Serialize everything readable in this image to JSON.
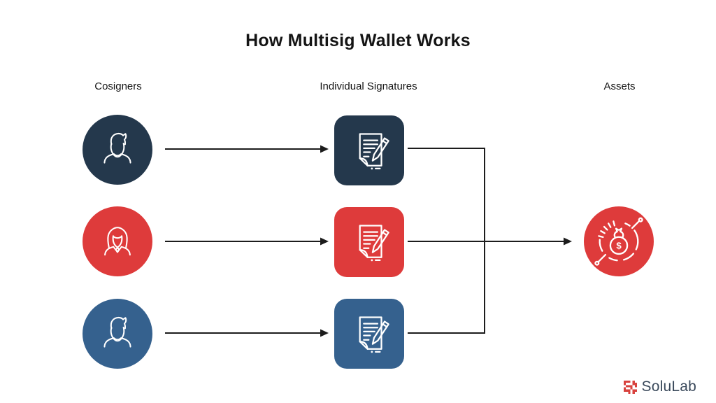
{
  "title": "How Multisig Wallet Works",
  "columns": {
    "cosigners": "Cosigners",
    "signatures": "Individual Signatures",
    "assets": "Assets"
  },
  "rows": [
    {
      "cosigner_icon": "male-user-icon",
      "signature_icon": "signed-document-icon",
      "color": "#24384C"
    },
    {
      "cosigner_icon": "female-user-icon",
      "signature_icon": "signed-document-icon",
      "color": "#DE3B3B"
    },
    {
      "cosigner_icon": "male-user-icon",
      "signature_icon": "signed-document-icon",
      "color": "#35618E"
    }
  ],
  "asset": {
    "icon": "money-bag-icon",
    "color": "#DE3B3B"
  },
  "footer": {
    "brand": "SoluLab"
  },
  "colors": {
    "background": "#FFFFFF",
    "navy": "#24384C",
    "red": "#DE3B3B",
    "blue": "#35618E",
    "connector_line": "#1C1C1C",
    "title_text": "#141414",
    "brand_text": "#3A495B",
    "brand_mark": "#D8423E"
  }
}
